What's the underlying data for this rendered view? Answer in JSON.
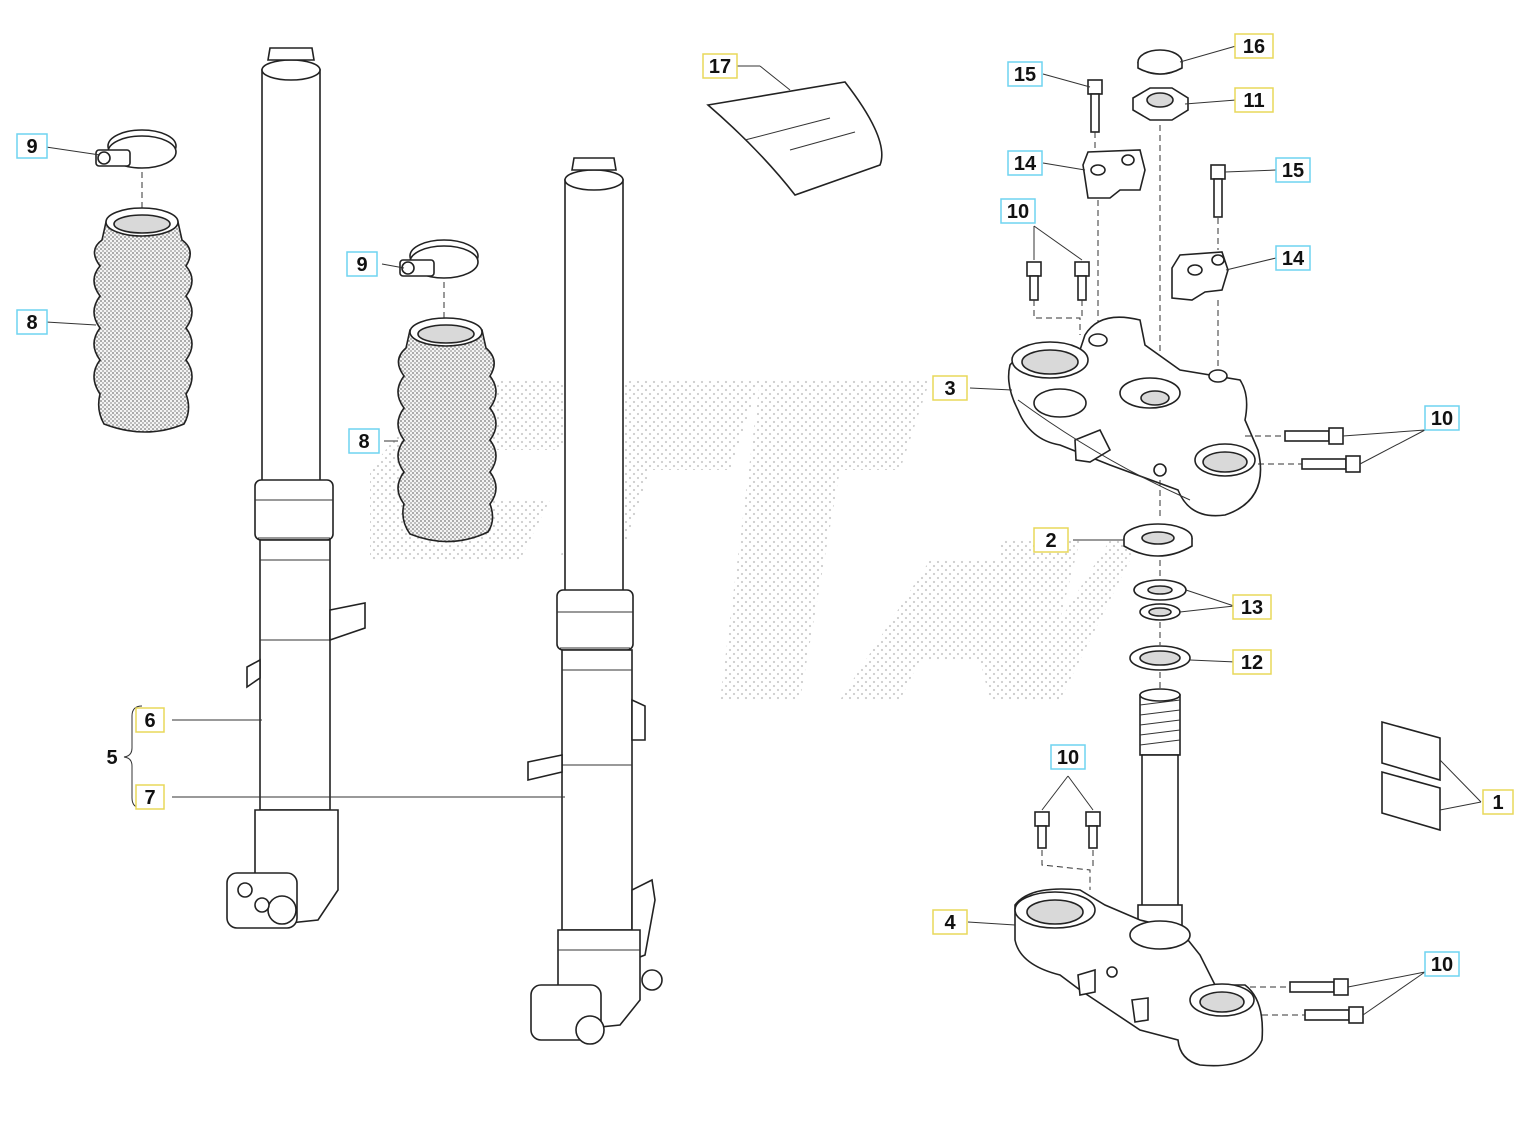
{
  "colors": {
    "callout_border_cyan": "#6fd4f0",
    "callout_border_yellow": "#e8d85a",
    "line": "#222222",
    "watermark": "#c8c8c8"
  },
  "callouts": [
    {
      "id": "c9a",
      "label": "9",
      "style": "cyan"
    },
    {
      "id": "c8a",
      "label": "8",
      "style": "cyan"
    },
    {
      "id": "c9b",
      "label": "9",
      "style": "cyan"
    },
    {
      "id": "c8b",
      "label": "8",
      "style": "cyan"
    },
    {
      "id": "c17",
      "label": "17",
      "style": "yellow"
    },
    {
      "id": "c6",
      "label": "6",
      "style": "yellow"
    },
    {
      "id": "c5",
      "label": "5",
      "style": "plain"
    },
    {
      "id": "c7",
      "label": "7",
      "style": "yellow"
    },
    {
      "id": "c16",
      "label": "16",
      "style": "yellow"
    },
    {
      "id": "c15a",
      "label": "15",
      "style": "cyan"
    },
    {
      "id": "c11",
      "label": "11",
      "style": "yellow"
    },
    {
      "id": "c14a",
      "label": "14",
      "style": "cyan"
    },
    {
      "id": "c15b",
      "label": "15",
      "style": "cyan"
    },
    {
      "id": "c10a",
      "label": "10",
      "style": "cyan"
    },
    {
      "id": "c14b",
      "label": "14",
      "style": "cyan"
    },
    {
      "id": "c3",
      "label": "3",
      "style": "yellow"
    },
    {
      "id": "c10b",
      "label": "10",
      "style": "cyan"
    },
    {
      "id": "c2",
      "label": "2",
      "style": "yellow"
    },
    {
      "id": "c13",
      "label": "13",
      "style": "yellow"
    },
    {
      "id": "c12",
      "label": "12",
      "style": "yellow"
    },
    {
      "id": "c10c",
      "label": "10",
      "style": "cyan"
    },
    {
      "id": "c1",
      "label": "1",
      "style": "yellow"
    },
    {
      "id": "c4",
      "label": "4",
      "style": "yellow"
    },
    {
      "id": "c10d",
      "label": "10",
      "style": "cyan"
    }
  ]
}
